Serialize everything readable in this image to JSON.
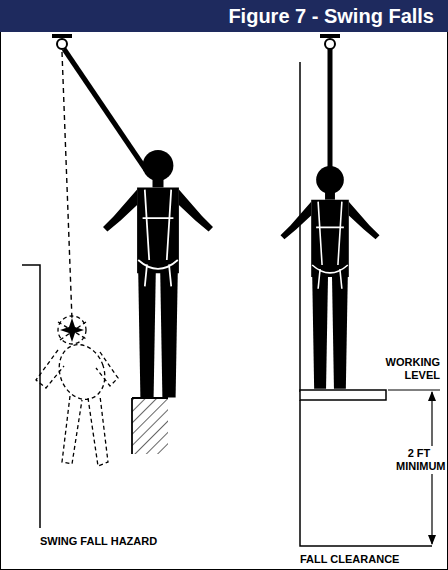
{
  "diagram": {
    "title": "Figure 7 - Swing Falls",
    "labels": [
      "SWING FALL HAZARD",
      "WORKING LEVEL",
      "2 FT MINIMUM",
      "FALL CLEARANCE"
    ]
  }
}
